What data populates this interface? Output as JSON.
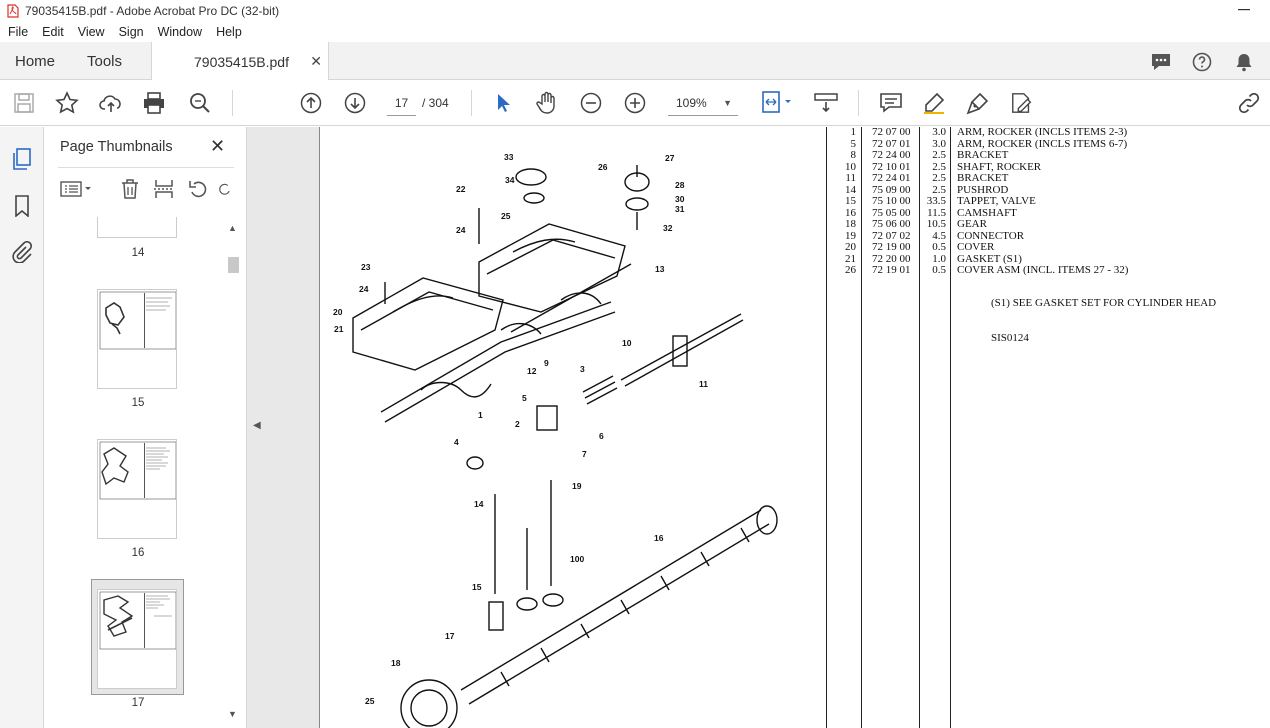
{
  "window": {
    "title": "79035415B.pdf - Adobe Acrobat Pro DC (32-bit)"
  },
  "menu": [
    "File",
    "Edit",
    "View",
    "Sign",
    "Window",
    "Help"
  ],
  "tabs": {
    "home": "Home",
    "tools": "Tools",
    "document": "79035415B.pdf"
  },
  "toolbar": {
    "current_page": "17",
    "total_pages": "/ 304",
    "zoom": "109%"
  },
  "thumbnails_panel": {
    "title": "Page Thumbnails",
    "pages": [
      {
        "label": "14"
      },
      {
        "label": "15"
      },
      {
        "label": "16"
      },
      {
        "label": "17",
        "selected": true
      }
    ]
  },
  "parts_list": {
    "rows": [
      {
        "item": "1",
        "code": "72 07 00",
        "hours": "3.0",
        "desc": "ARM, ROCKER (INCLS ITEMS 2-3)"
      },
      {
        "item": "5",
        "code": "72 07 01",
        "hours": "3.0",
        "desc": "ARM, ROCKER (INCLS ITEMS 6-7)"
      },
      {
        "item": "8",
        "code": "72 24 00",
        "hours": "2.5",
        "desc": "BRACKET"
      },
      {
        "item": "10",
        "code": "72 10 01",
        "hours": "2.5",
        "desc": "SHAFT, ROCKER"
      },
      {
        "item": "11",
        "code": "72 24 01",
        "hours": "2.5",
        "desc": "BRACKET"
      },
      {
        "item": "14",
        "code": "75 09 00",
        "hours": "2.5",
        "desc": "PUSHROD"
      },
      {
        "item": "15",
        "code": "75 10 00",
        "hours": "33.5",
        "desc": "TAPPET, VALVE"
      },
      {
        "item": "16",
        "code": "75 05 00",
        "hours": "11.5",
        "desc": "CAMSHAFT"
      },
      {
        "item": "18",
        "code": "75 06 00",
        "hours": "10.5",
        "desc": "GEAR"
      },
      {
        "item": "19",
        "code": "72 07 02",
        "hours": "4.5",
        "desc": "CONNECTOR"
      },
      {
        "item": "20",
        "code": "72 19 00",
        "hours": "0.5",
        "desc": "COVER"
      },
      {
        "item": "21",
        "code": "72 20 00",
        "hours": "1.0",
        "desc": "GASKET  (S1)"
      },
      {
        "item": "26",
        "code": "72 19 01",
        "hours": "0.5",
        "desc": "COVER ASM (INCL. ITEMS 27 - 32)"
      }
    ],
    "note1": "(S1) SEE GASKET SET FOR CYLINDER HEAD",
    "note2": "SIS0124"
  },
  "diagram": {
    "labels": [
      "33",
      "27",
      "26",
      "34",
      "28",
      "30",
      "31",
      "22",
      "25",
      "32",
      "24",
      "23",
      "24",
      "20",
      "21",
      "13",
      "12",
      "10",
      "9",
      "3",
      "11",
      "4",
      "2",
      "1",
      "5",
      "6",
      "7",
      "19",
      "14",
      "100",
      "16",
      "15",
      "17",
      "18",
      "25"
    ]
  },
  "colors": {
    "accent_blue": "#2b6bc4",
    "tab_bg": "#f2f2f2"
  }
}
